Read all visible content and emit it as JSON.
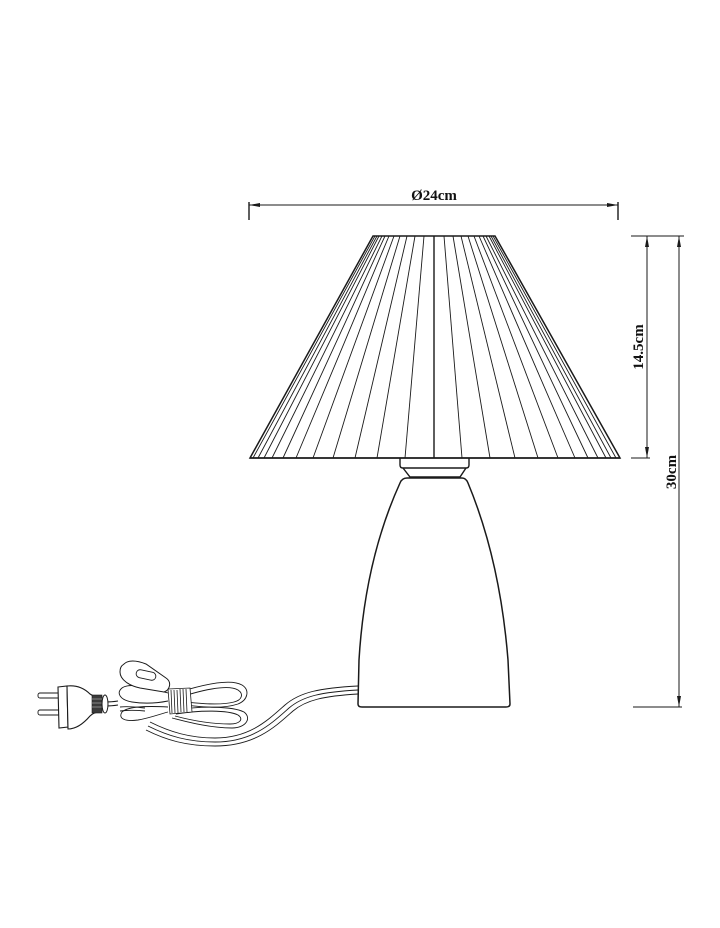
{
  "figure": {
    "subject": "Table lamp with pleated conical shade and tapered base, with cord, inline switch and two-pin plug",
    "background": "#ffffff",
    "line_color": "#1a1a1a"
  },
  "dimensions": {
    "shade_diameter": "Ø24cm",
    "shade_height": "14.5cm",
    "total_height": "30cm"
  },
  "parts": {
    "shade": "pleated-lampshade",
    "neck": "lamp-neck-collar",
    "base": "tapered-lamp-base",
    "cord": "power-cord",
    "switch": "inline-rocker-switch",
    "plug": "two-pin-plug"
  }
}
